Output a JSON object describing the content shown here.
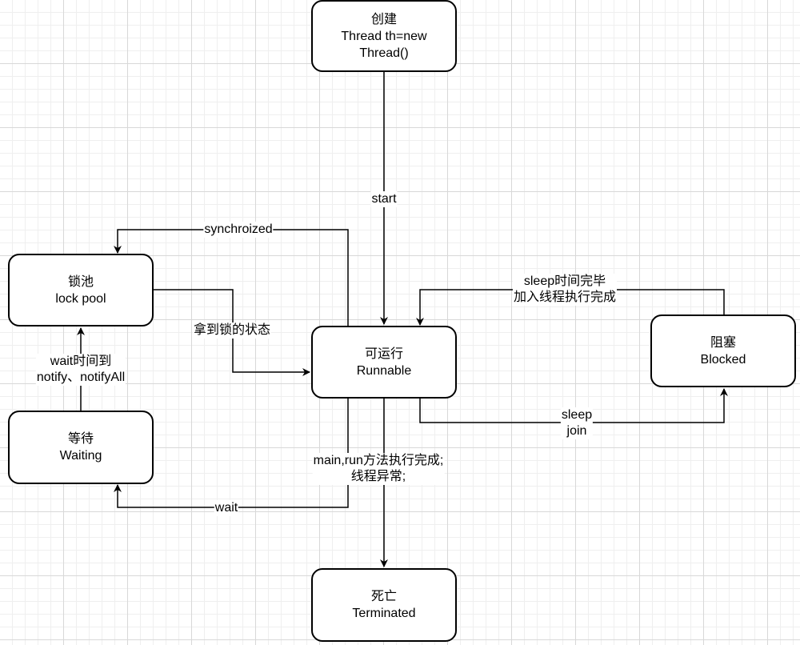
{
  "nodes": {
    "create": {
      "line1": "创建",
      "line2": "Thread th=new",
      "line3": "Thread()"
    },
    "runnable": {
      "line1": "可运行",
      "line2": "Runnable"
    },
    "lock_pool": {
      "line1": "锁池",
      "line2": "lock pool"
    },
    "waiting": {
      "line1": "等待",
      "line2": "Waiting"
    },
    "blocked": {
      "line1": "阻塞",
      "line2": "Blocked"
    },
    "terminated": {
      "line1": "死亡",
      "line2": "Terminated"
    }
  },
  "edges": {
    "start": "start",
    "synchronized": "synchroized",
    "got_lock": "拿到锁的状态",
    "wait": "wait",
    "wait_to_lock": {
      "line1": "wait时间到",
      "line2": "notify、notifyAll"
    },
    "sleep_join": {
      "line1": "sleep",
      "line2": "join"
    },
    "sleep_done": {
      "line1": "sleep时间完毕",
      "line2": "加入线程执行完成"
    },
    "finish": {
      "line1": "main,run方法执行完成;",
      "line2": "线程异常;"
    }
  }
}
